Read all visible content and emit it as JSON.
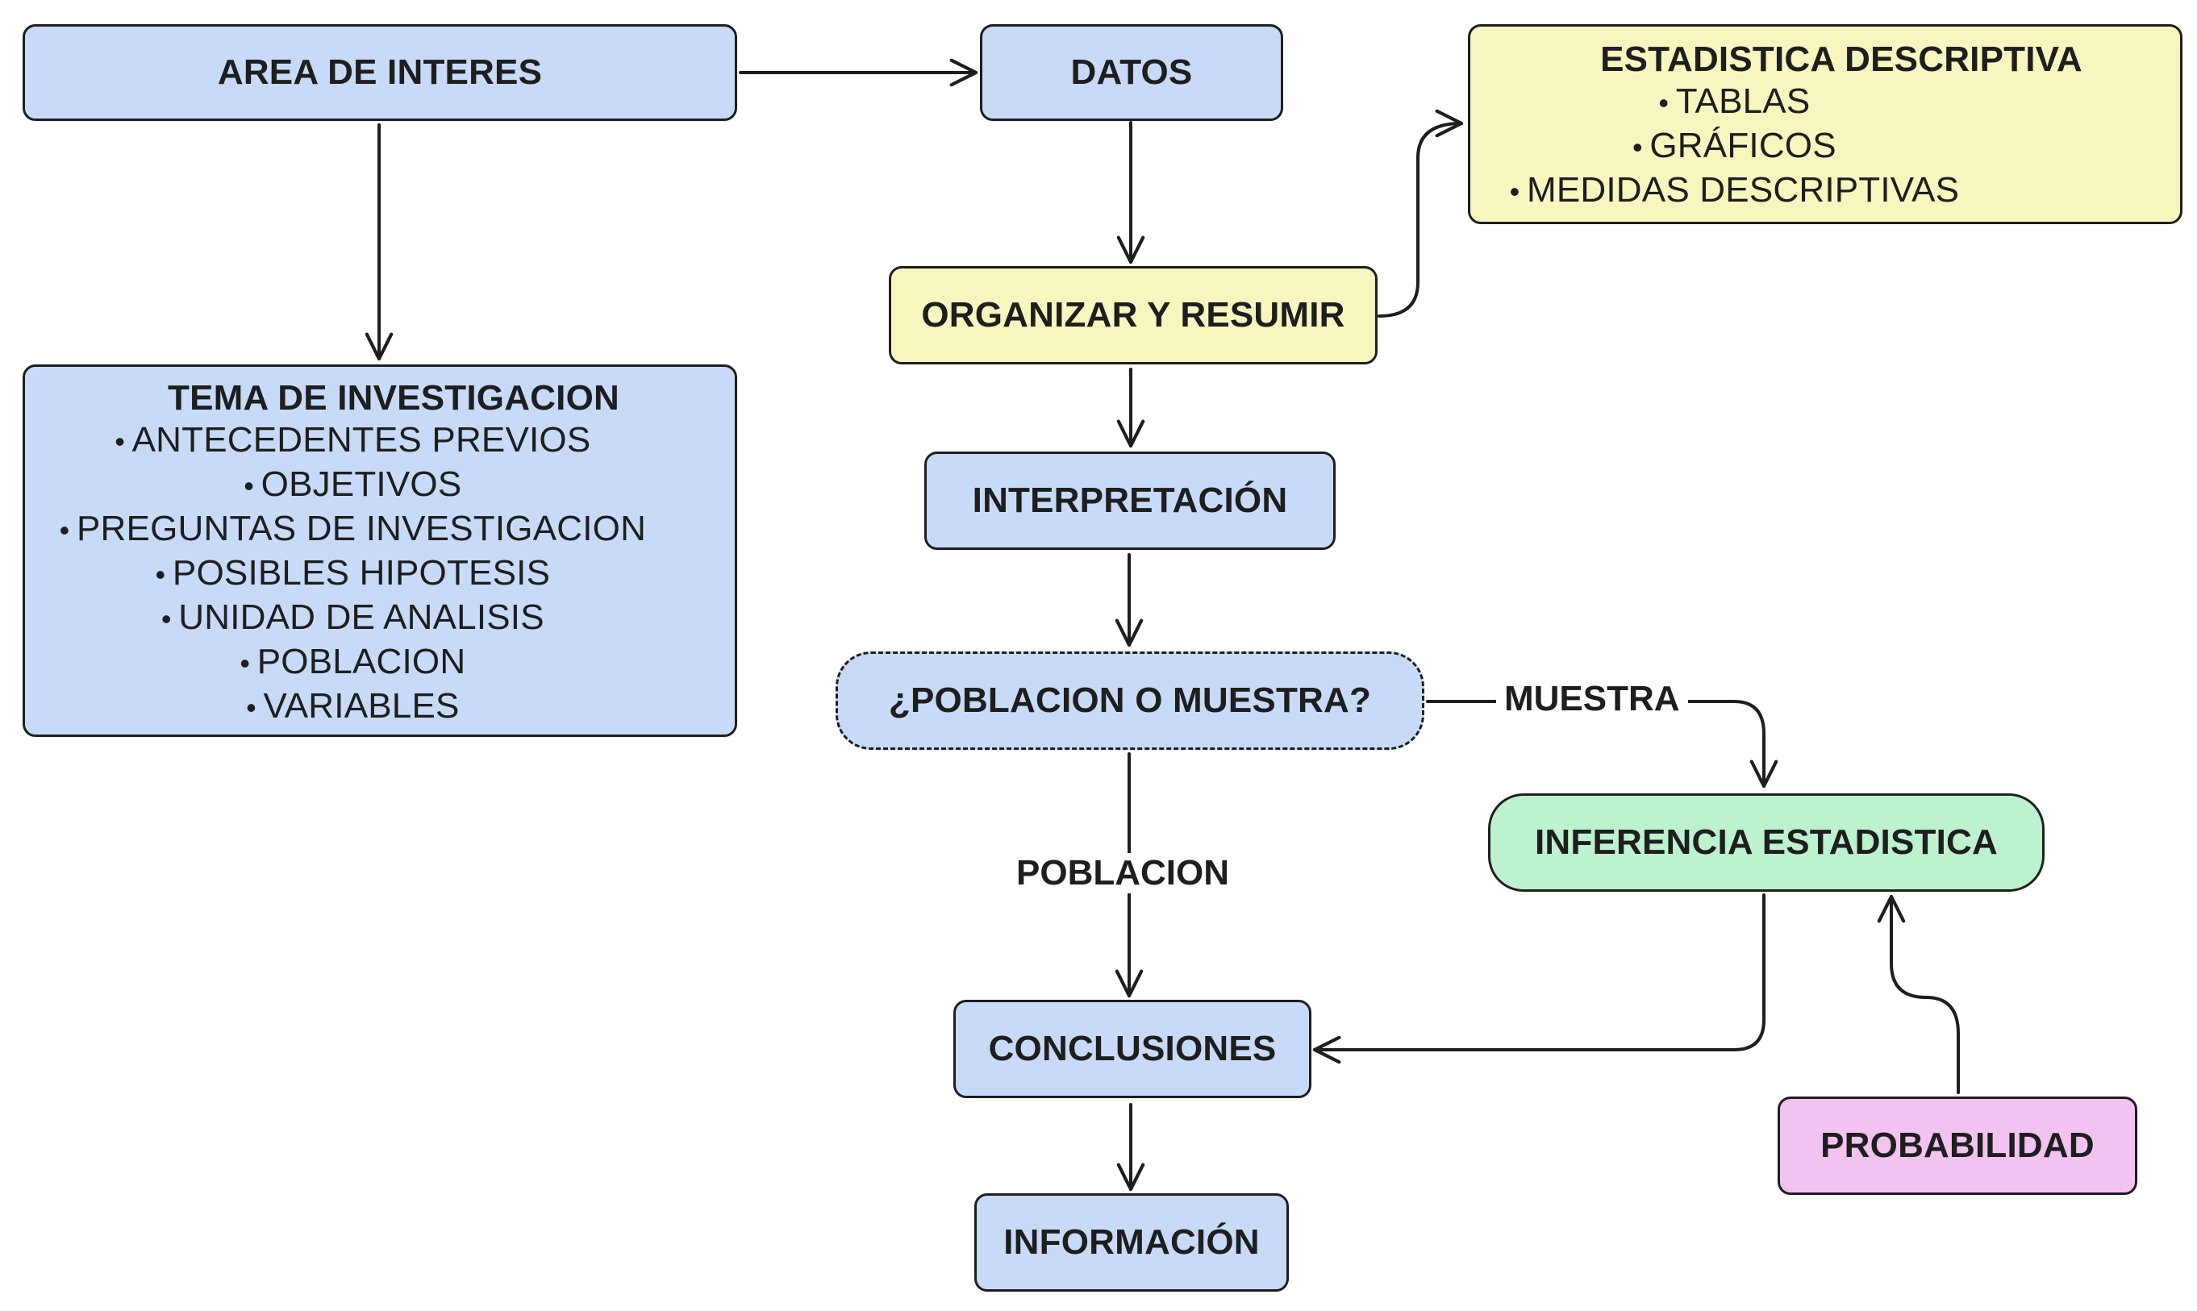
{
  "nodes": {
    "area_interes": "AREA DE INTERES",
    "datos": "DATOS",
    "organizar": "ORGANIZAR Y RESUMIR",
    "interpretacion": "INTERPRETACIÓN",
    "poblacion_muestra": "¿POBLACION O MUESTRA?",
    "conclusiones": "CONCLUSIONES",
    "informacion": "INFORMACIÓN",
    "inferencia": "INFERENCIA ESTADISTICA",
    "probabilidad": "PROBABILIDAD"
  },
  "tema": {
    "title": "TEMA DE INVESTIGACION",
    "items": [
      "ANTECEDENTES PREVIOS",
      "OBJETIVOS",
      "PREGUNTAS DE INVESTIGACION",
      "POSIBLES HIPOTESIS",
      "UNIDAD DE ANALISIS",
      "POBLACION",
      "VARIABLES"
    ]
  },
  "estadistica": {
    "title": "ESTADISTICA DESCRIPTIVA",
    "items": [
      "TABLAS",
      "GRÁFICOS",
      "MEDIDAS DESCRIPTIVAS"
    ]
  },
  "edge_labels": {
    "muestra": "MUESTRA",
    "poblacion": "POBLACION"
  },
  "bullet": "•",
  "colors": {
    "stroke": "#1e1e1e",
    "blue": "#c7dbf9",
    "yellow": "#f7f6bf",
    "green": "#bdf2cf",
    "pink": "#f2c3f0"
  }
}
